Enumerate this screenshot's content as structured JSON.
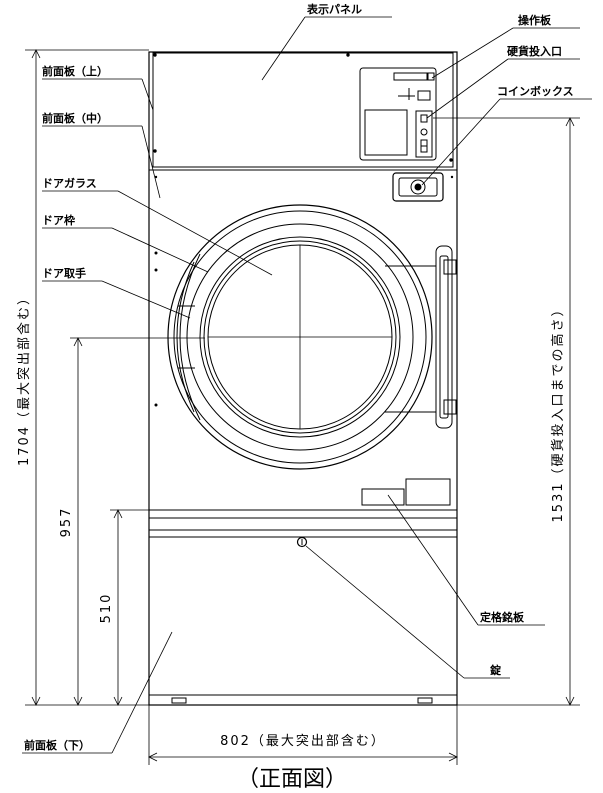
{
  "labels": {
    "display_panel": "表示パネル",
    "control_panel": "操作板",
    "coin_slot": "硬貨投入口",
    "coin_box": "コインボックス",
    "front_upper": "前面板（上）",
    "front_middle": "前面板（中）",
    "door_glass": "ドアガラス",
    "door_frame": "ドア枠",
    "door_handle": "ドア取手",
    "rating_plate": "定格銘板",
    "lock": "錠",
    "front_lower": "前面板（下）"
  },
  "dimensions": {
    "total_height": "1704（最大突出部含む）",
    "coin_slot_height": "1531（硬貨投入口までの高さ）",
    "door_center_height": "957",
    "base_height": "510",
    "width": "802（最大突出部含む）"
  },
  "caption": "（正面図）"
}
